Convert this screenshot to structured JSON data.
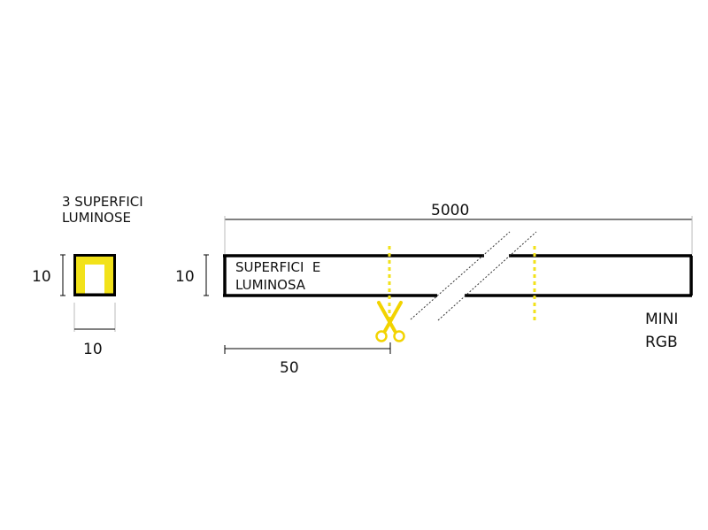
{
  "section_label": [
    "3 SUPERFICI",
    "LUMINOSE"
  ],
  "section_dims": {
    "height": "10",
    "width": "10"
  },
  "profile_dims": {
    "length": "5000",
    "height": "10",
    "cut_interval": "50"
  },
  "profile_label": [
    "SUPERFICI  E",
    "LUMINOSA"
  ],
  "product_label": [
    "MINI",
    "RGB"
  ],
  "icons": [
    "scissors-icon"
  ],
  "colors": {
    "light": "#f2e21a",
    "outline": "#000000"
  }
}
